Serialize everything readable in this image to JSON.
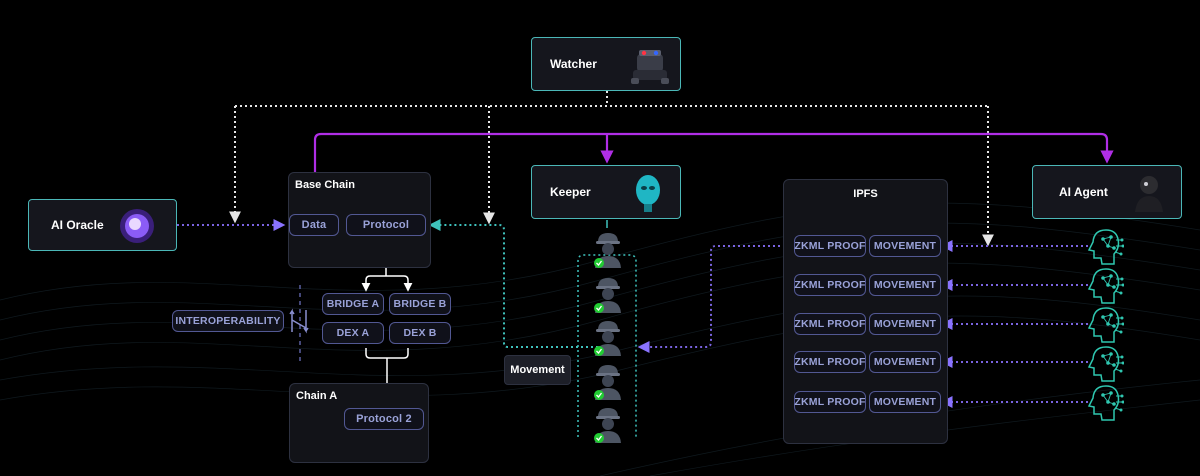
{
  "nodes": {
    "watcher": "Watcher",
    "keeper": "Keeper",
    "ai_agent": "AI Agent",
    "ai_oracle": "AI Oracle"
  },
  "base_chain": {
    "title": "Base Chain",
    "data": "Data",
    "protocol": "Protocol"
  },
  "bridges": [
    "BRIDGE A",
    "BRIDGE B",
    "DEX A",
    "DEX B"
  ],
  "interoperability": "INTEROPERABILITY",
  "chain_a": {
    "title": "Chain A",
    "protocol": "Protocol 2"
  },
  "movement_label": "Movement",
  "ipfs": {
    "title": "IPFS",
    "rows": [
      {
        "proof": "ZKML PROOF",
        "movement": "MOVEMENT"
      },
      {
        "proof": "ZKML PROOF",
        "movement": "MOVEMENT"
      },
      {
        "proof": "ZKML PROOF",
        "movement": "MOVEMENT"
      },
      {
        "proof": "ZKML PROOF",
        "movement": "MOVEMENT"
      },
      {
        "proof": "ZKML PROOF",
        "movement": "MOVEMENT"
      }
    ]
  },
  "colors": {
    "purple": "#b02ee6",
    "teal": "#3fc2bd",
    "lavender": "#7a63e0",
    "white_dotted": "#e6e6e6",
    "worker_badge": "#22cc33"
  }
}
